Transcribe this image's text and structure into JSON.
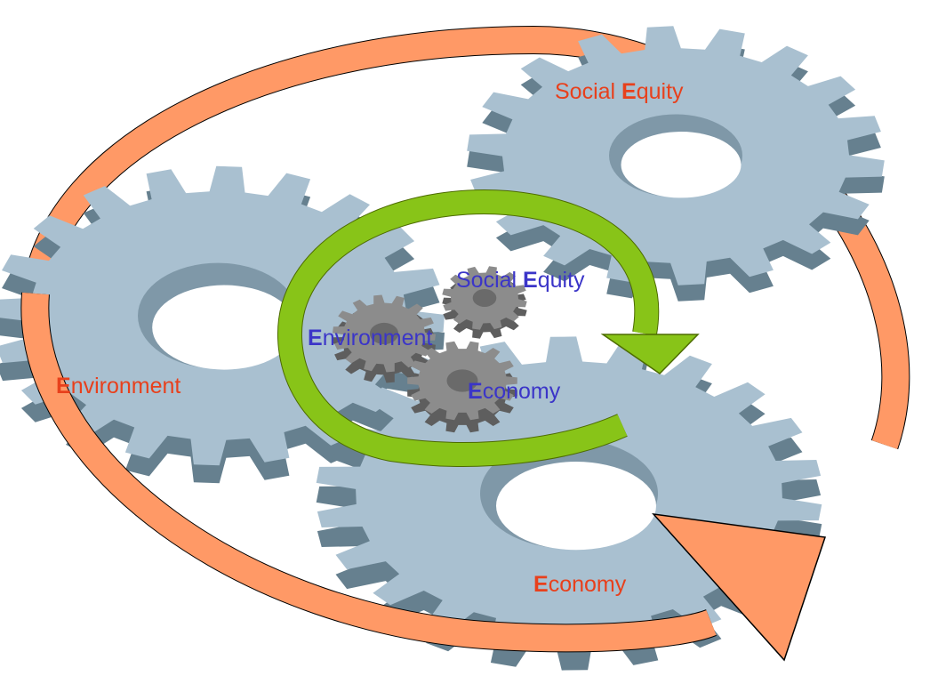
{
  "outer_labels": {
    "environment": {
      "initial": "E",
      "rest": "nvironment"
    },
    "social_equity": {
      "prefix": "Social ",
      "initial": "E",
      "rest": "quity"
    },
    "economy": {
      "initial": "E",
      "rest": "conomy"
    }
  },
  "inner_labels": {
    "environment": {
      "initial": "E",
      "rest": "nvironment"
    },
    "social_equity": {
      "prefix": "Social ",
      "initial": "E",
      "rest": "quity"
    },
    "economy": {
      "initial": "E",
      "rest": "conomy"
    }
  },
  "colors": {
    "outer_label": "#e8401c",
    "inner_label": "#3b35c8",
    "big_gear_top": "#a9c0d0",
    "big_gear_side": "#66808f",
    "small_gear_top": "#8c8c8c",
    "small_gear_side": "#5e5e5e",
    "outer_arrow": "#ff9966",
    "inner_arrow": "#88c418",
    "background": "#ffffff"
  }
}
